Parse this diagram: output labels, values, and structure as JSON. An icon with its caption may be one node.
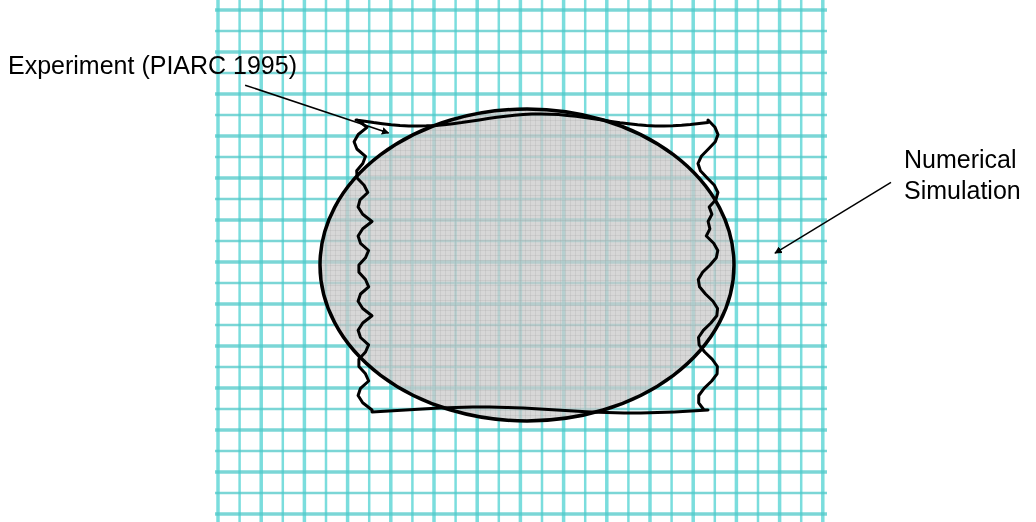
{
  "diagram": {
    "nodes": [
      {
        "text": [
          "Experiment (PIARC 1995)"
        ]
      },
      {
        "text": [],
        "shape": "picture",
        "in": 3
      },
      {
        "text": [
          "Numerical Simulation"
        ]
      },
      {
        "text": [],
        "shape": "picture"
      }
    ],
    "edges": [
      {
        "from": 0,
        "to": 1,
        "arrow": "to"
      },
      {
        "from": 2,
        "to": 3,
        "arrow": "to"
      }
    ]
  }
}
